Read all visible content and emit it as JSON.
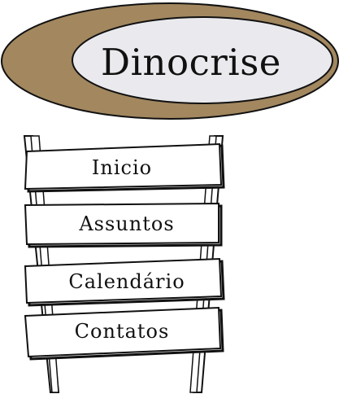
{
  "logo": {
    "title": "Dinocrise",
    "ring_color": "#a2875f",
    "inner_color": "#eaeaee"
  },
  "nav": {
    "items": [
      {
        "id": "inicio",
        "label": "Inicio"
      },
      {
        "id": "assuntos",
        "label": "Assuntos"
      },
      {
        "id": "calendario",
        "label": "Calendário"
      },
      {
        "id": "contatos",
        "label": "Contatos"
      }
    ]
  }
}
